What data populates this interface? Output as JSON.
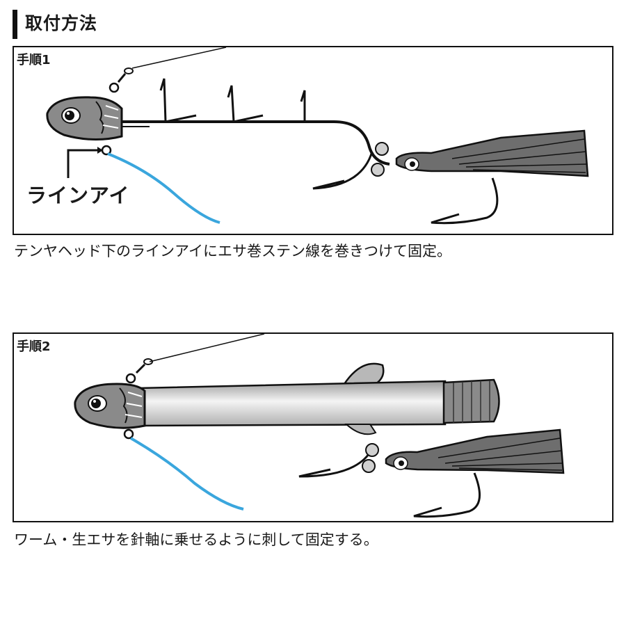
{
  "page": {
    "title": "取付方法"
  },
  "steps": [
    {
      "label": "手順1",
      "callout": "ラインアイ",
      "caption": "テンヤヘッド下のラインアイにエサ巻ステン線を巻きつけて固定。"
    },
    {
      "label": "手順2",
      "caption": "ワーム・生エサを針軸に乗せるように刺して固定する。"
    }
  ],
  "colors": {
    "outline": "#111111",
    "lure_gray": "#8a8a8a",
    "skirt_gray": "#6e6e6e",
    "blue_line": "#3aa6dd"
  }
}
